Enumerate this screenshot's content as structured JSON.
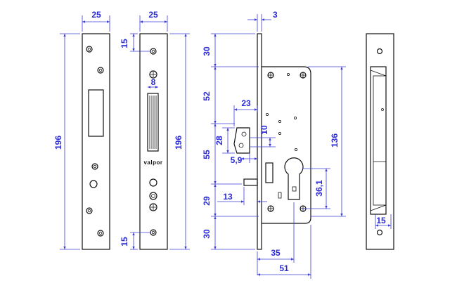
{
  "labels": {
    "plate_width_left": "25",
    "plate_width_mid": "25",
    "plate_height_left": "196",
    "plate_height_mid": "196",
    "top_hole_offset": "15",
    "bottom_hole_offset": "15",
    "latch_width": "8",
    "forend_thickness": "3",
    "dim_30_top": "30",
    "dim_52": "52",
    "dim_55": "55",
    "dim_29": "29",
    "dim_30_bottom": "30",
    "dim_23": "23",
    "dim_28": "28",
    "dim_10": "10",
    "dim_5_9": "5,9",
    "dim_13": "13",
    "dim_136": "136",
    "dim_36_1": "36,1",
    "dim_35": "35",
    "dim_51": "51",
    "strike_width": "15",
    "brand": "valpor"
  },
  "colors": {
    "dimension": "#2b2bd6",
    "outline": "#111111",
    "background": "#ffffff"
  }
}
